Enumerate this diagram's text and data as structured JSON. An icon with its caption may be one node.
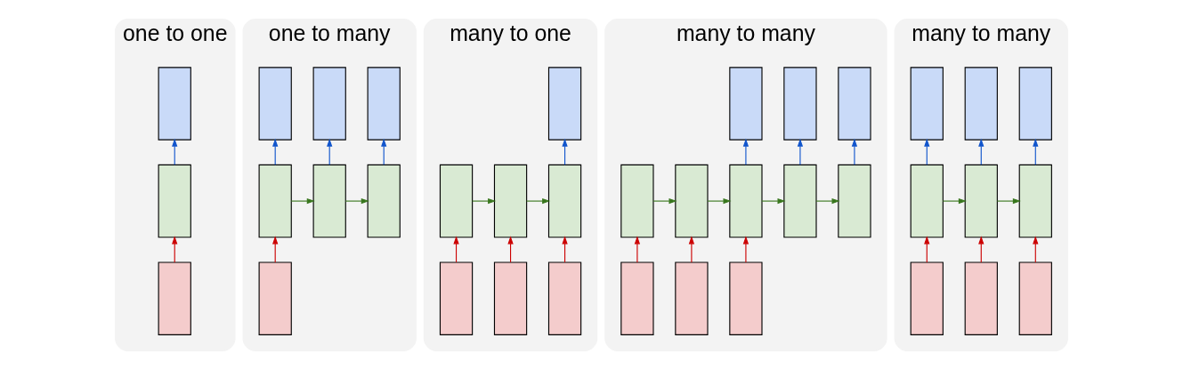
{
  "diagram": {
    "nodes": [
      {
        "text": [
          "one to one"
        ]
      },
      {
        "text": [],
        "shape": "box",
        "in": 0
      },
      {
        "text": [],
        "shape": "box",
        "in": 0
      },
      {
        "text": [],
        "shape": "box",
        "in": 0
      },
      {
        "text": [
          "one to many"
        ]
      },
      {
        "text": [],
        "shape": "box",
        "in": 4
      },
      {
        "text": [],
        "shape": "box",
        "in": 4
      },
      {
        "text": [],
        "shape": "box",
        "in": 4
      },
      {
        "text": [],
        "shape": "box",
        "in": 4
      },
      {
        "text": [],
        "shape": "box",
        "in": 4
      },
      {
        "text": [],
        "shape": "box",
        "in": 4
      },
      {
        "text": [],
        "shape": "box",
        "in": 4
      },
      {
        "text": [
          "many to one"
        ]
      },
      {
        "text": [],
        "shape": "box",
        "in": 12
      },
      {
        "text": [],
        "shape": "box",
        "in": 12
      },
      {
        "text": [],
        "shape": "box",
        "in": 12
      },
      {
        "text": [],
        "shape": "box",
        "in": 12
      },
      {
        "text": [],
        "shape": "box",
        "in": 12
      },
      {
        "text": [],
        "shape": "box",
        "in": 12
      },
      {
        "text": [],
        "shape": "box",
        "in": 12
      },
      {
        "text": [
          "many to many"
        ]
      },
      {
        "text": [],
        "shape": "box",
        "in": 20
      },
      {
        "text": [],
        "shape": "box",
        "in": 20
      },
      {
        "text": [],
        "shape": "box",
        "in": 20
      },
      {
        "text": [],
        "shape": "box",
        "in": 20
      },
      {
        "text": [],
        "shape": "box",
        "in": 20
      },
      {
        "text": [],
        "shape": "box",
        "in": 20
      },
      {
        "text": [],
        "shape": "box",
        "in": 20
      },
      {
        "text": [],
        "shape": "box",
        "in": 20
      },
      {
        "text": [],
        "shape": "box",
        "in": 20
      },
      {
        "text": [],
        "shape": "box",
        "in": 20
      },
      {
        "text": [],
        "shape": "box",
        "in": 20
      },
      {
        "text": [
          "many to many"
        ]
      },
      {
        "text": [],
        "shape": "box",
        "in": 32
      },
      {
        "text": [],
        "shape": "box",
        "in": 32
      },
      {
        "text": [],
        "shape": "box",
        "in": 32
      },
      {
        "text": [],
        "shape": "box",
        "in": 32
      },
      {
        "text": [],
        "shape": "box",
        "in": 32
      },
      {
        "text": [],
        "shape": "box",
        "in": 32
      },
      {
        "text": [],
        "shape": "box",
        "in": 32
      },
      {
        "text": [],
        "shape": "box",
        "in": 32
      },
      {
        "text": [],
        "shape": "box",
        "in": 32
      }
    ],
    "edges": [
      {
        "from": 3,
        "to": 2,
        "arrow": "to",
        "color": "#cc0000"
      },
      {
        "from": 2,
        "to": 1,
        "arrow": "to",
        "color": "#1155cc"
      },
      {
        "from": 11,
        "to": 8,
        "arrow": "to",
        "color": "#cc0000"
      },
      {
        "from": 8,
        "to": 9,
        "arrow": "to",
        "color": "#38761d"
      },
      {
        "from": 9,
        "to": 10,
        "arrow": "to",
        "color": "#38761d"
      },
      {
        "from": 8,
        "to": 5,
        "arrow": "to",
        "color": "#1155cc"
      },
      {
        "from": 9,
        "to": 6,
        "arrow": "to",
        "color": "#1155cc"
      },
      {
        "from": 10,
        "to": 7,
        "arrow": "to",
        "color": "#1155cc"
      },
      {
        "from": 17,
        "to": 14,
        "arrow": "to",
        "color": "#cc0000"
      },
      {
        "from": 18,
        "to": 15,
        "arrow": "to",
        "color": "#cc0000"
      },
      {
        "from": 19,
        "to": 16,
        "arrow": "to",
        "color": "#cc0000"
      },
      {
        "from": 14,
        "to": 15,
        "arrow": "to",
        "color": "#38761d"
      },
      {
        "from": 15,
        "to": 16,
        "arrow": "to",
        "color": "#38761d"
      },
      {
        "from": 16,
        "to": 13,
        "arrow": "to",
        "color": "#1155cc"
      },
      {
        "from": 29,
        "to": 24,
        "arrow": "to",
        "color": "#cc0000"
      },
      {
        "from": 30,
        "to": 25,
        "arrow": "to",
        "color": "#cc0000"
      },
      {
        "from": 31,
        "to": 26,
        "arrow": "to",
        "color": "#cc0000"
      },
      {
        "from": 24,
        "to": 25,
        "arrow": "to",
        "color": "#38761d"
      },
      {
        "from": 25,
        "to": 26,
        "arrow": "to",
        "color": "#38761d"
      },
      {
        "from": 26,
        "to": 27,
        "arrow": "to",
        "color": "#38761d"
      },
      {
        "from": 27,
        "to": 28,
        "arrow": "to",
        "color": "#38761d"
      },
      {
        "from": 26,
        "to": 21,
        "arrow": "to",
        "color": "#1155cc"
      },
      {
        "from": 27,
        "to": 22,
        "arrow": "to",
        "color": "#1155cc"
      },
      {
        "from": 28,
        "to": 23,
        "arrow": "to",
        "color": "#1155cc"
      },
      {
        "from": 39,
        "to": 36,
        "arrow": "to",
        "color": "#cc0000"
      },
      {
        "from": 40,
        "to": 37,
        "arrow": "to",
        "color": "#cc0000"
      },
      {
        "from": 41,
        "to": 38,
        "arrow": "to",
        "color": "#cc0000"
      },
      {
        "from": 36,
        "to": 37,
        "arrow": "to",
        "color": "#38761d"
      },
      {
        "from": 37,
        "to": 38,
        "arrow": "to",
        "color": "#38761d"
      },
      {
        "from": 36,
        "to": 33,
        "arrow": "to",
        "color": "#1155cc"
      },
      {
        "from": 37,
        "to": 34,
        "arrow": "to",
        "color": "#1155cc"
      },
      {
        "from": 38,
        "to": 35,
        "arrow": "to",
        "color": "#1155cc"
      }
    ]
  }
}
